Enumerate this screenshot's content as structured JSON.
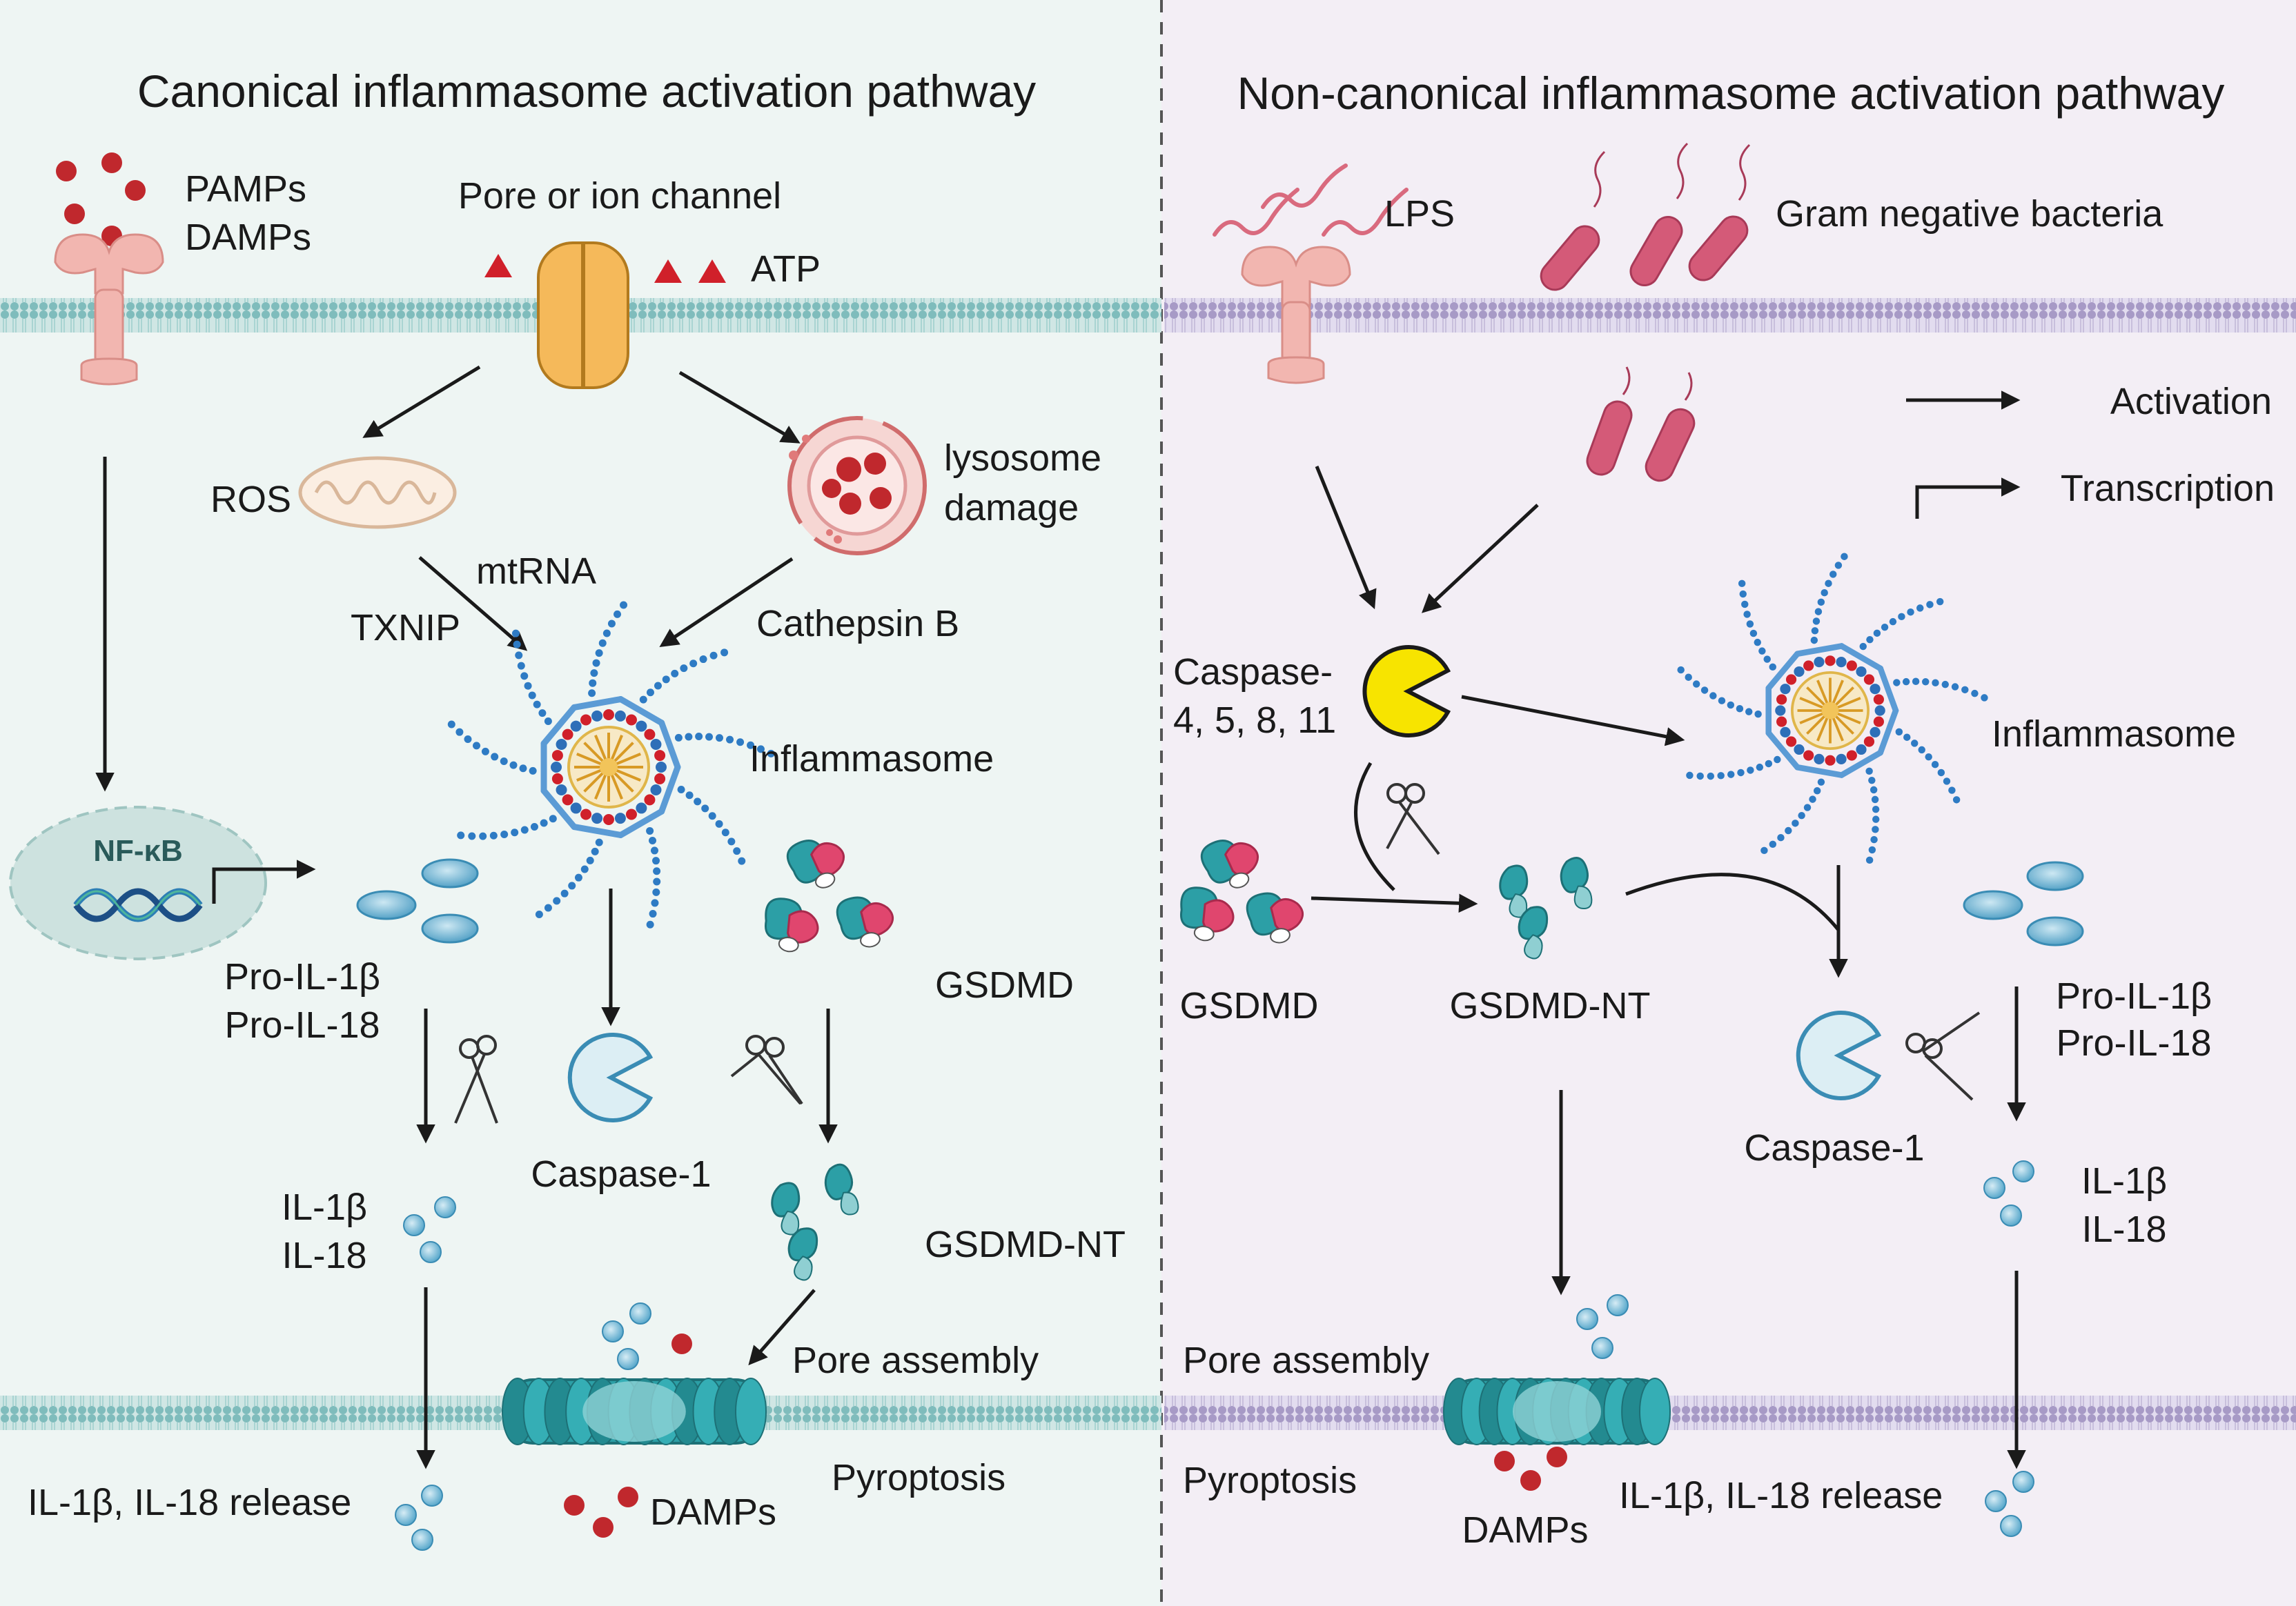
{
  "canonical": {
    "title": "Canonical inflammasome activation pathway",
    "pamps": "PAMPs",
    "damps": "DAMPs",
    "pore_channel": "Pore or ion channel",
    "atp": "ATP",
    "ros": "ROS",
    "mtrna": "mtRNA",
    "txnip": "TXNIP",
    "lysosome_1": "lysosome",
    "lysosome_2": "damage",
    "cathepsin": "Cathepsin B",
    "inflammasome": "Inflammasome",
    "nfkb": "NF-κB",
    "pro_il1b": "Pro-IL-1β",
    "pro_il18": "Pro-IL-18",
    "gsdmd": "GSDMD",
    "caspase1": "Caspase-1",
    "il1b": "IL-1β",
    "il18": "IL-18",
    "gsdmd_nt": "GSDMD-NT",
    "pore_assembly": "Pore assembly",
    "pyroptosis": "Pyroptosis",
    "release": "IL-1β, IL-18 release",
    "damps_out": "DAMPs"
  },
  "noncanonical": {
    "title": "Non-canonical inflammasome activation pathway",
    "lps": "LPS",
    "bacteria": "Gram negative bacteria",
    "caspase_a": "Caspase-",
    "caspase_b": "4, 5, 8, 11",
    "inflammasome": "Inflammasome",
    "gsdmd": "GSDMD",
    "gsdmd_nt": "GSDMD-NT",
    "pro_il1b": "Pro-IL-1β",
    "pro_il18": "Pro-IL-18",
    "caspase1": "Caspase-1",
    "il1b": "IL-1β",
    "il18": "IL-18",
    "pore_assembly": "Pore assembly",
    "pyroptosis": "Pyroptosis",
    "damps_out": "DAMPs",
    "release": "IL-1β, IL-18 release"
  },
  "legend": {
    "activation": "Activation",
    "transcription": "Transcription"
  },
  "colors": {
    "left_bg": "#eef5f3",
    "right_bg": "#f3eef5",
    "membrane_left": "#7fbcbc",
    "membrane_right": "#a79ac6",
    "gsdmd_teal": "#2c9fa6",
    "gsdmd_pink": "#e0466e",
    "caspase1_fill": "#dceef4",
    "caspase_yellow": "#f7e400",
    "receptor_pink": "#f2b6b0",
    "damp_red": "#c0282d",
    "il_blue": "#8fc7e0",
    "arrow": "#1a1a1a"
  }
}
